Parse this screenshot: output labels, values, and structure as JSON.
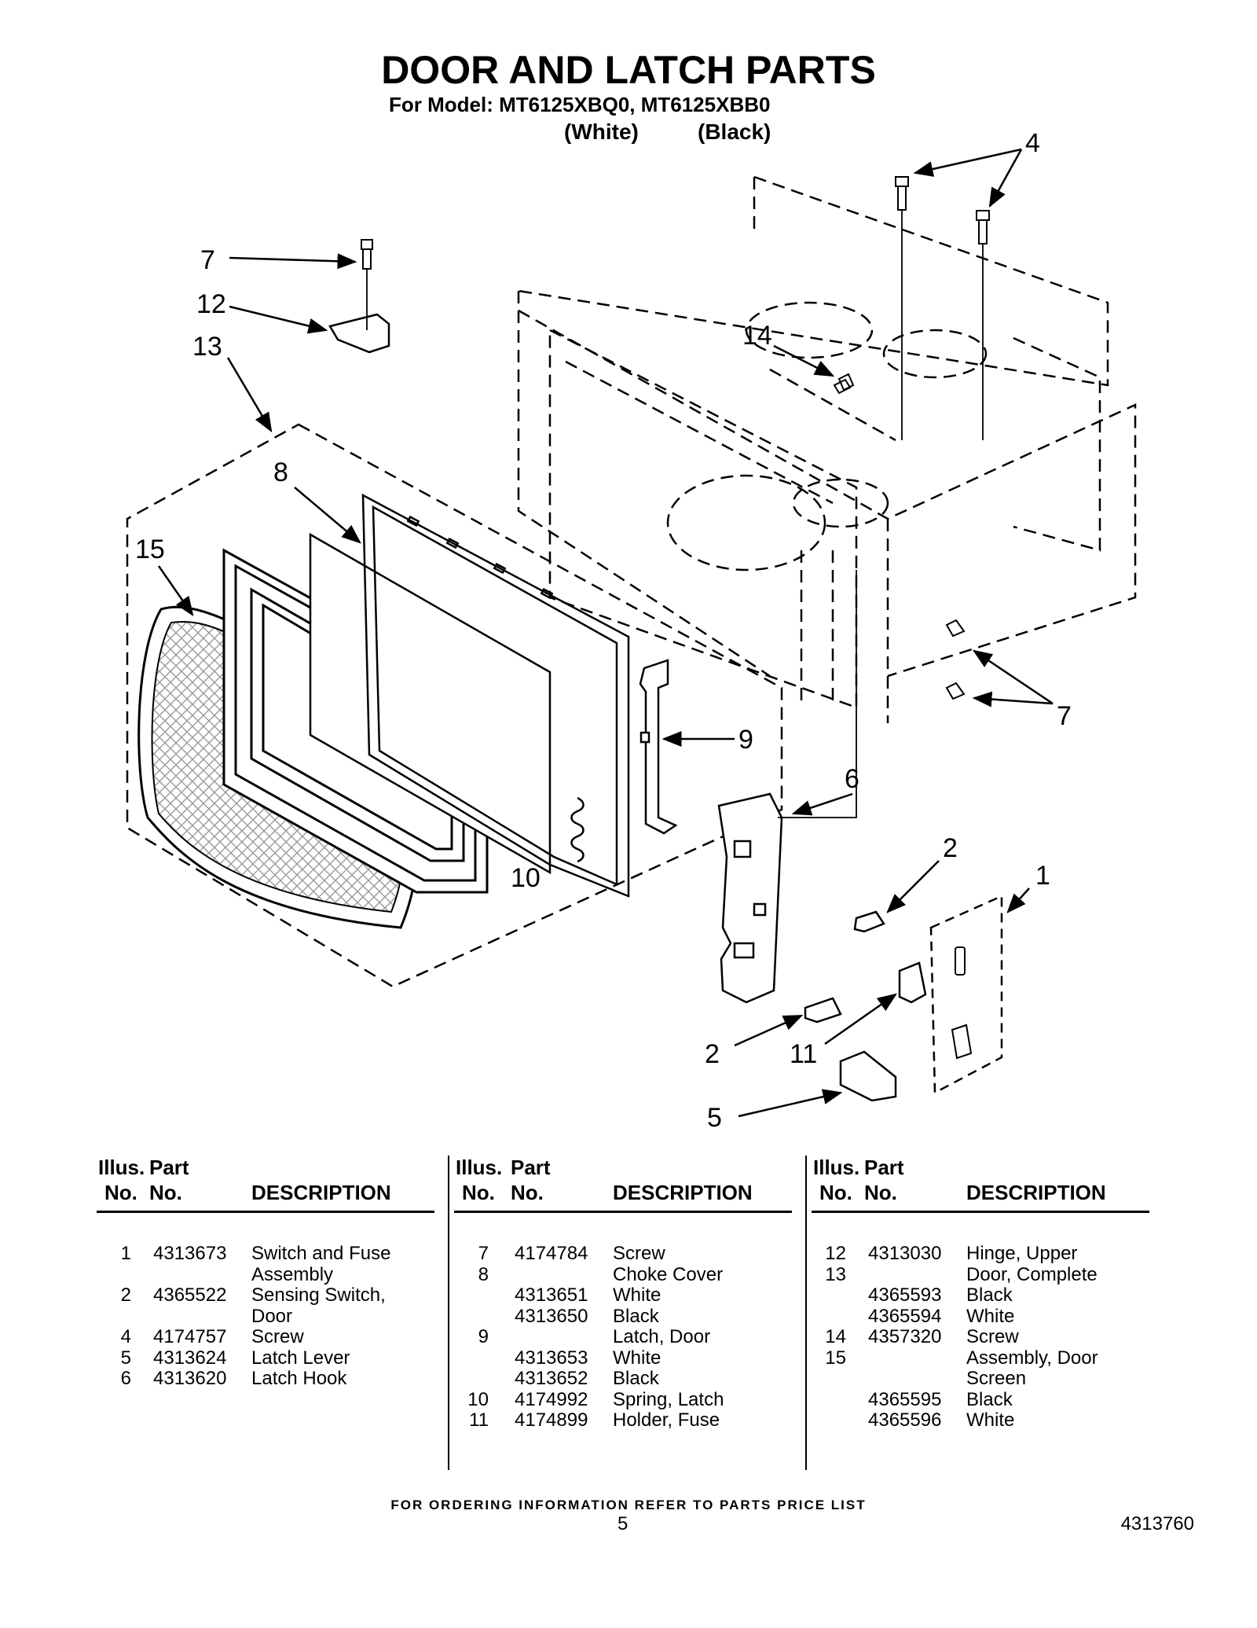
{
  "header": {
    "title": "DOOR AND LATCH PARTS",
    "model_line": "For Model: MT6125XBQ0, MT6125XBB0",
    "variant_white": "(White)",
    "variant_black": "(Black)"
  },
  "diagram": {
    "callouts": [
      "4",
      "7",
      "12",
      "13",
      "14",
      "8",
      "15",
      "7",
      "9",
      "6",
      "2",
      "1",
      "10",
      "2",
      "11",
      "5"
    ]
  },
  "table": {
    "headers": {
      "illus1": "Illus.",
      "illus2": "No.",
      "part1": "Part",
      "part2": "No.",
      "description": "DESCRIPTION"
    },
    "columns": [
      [
        {
          "illus": "1",
          "part": "4313673",
          "desc": "Switch and Fuse"
        },
        {
          "illus": "",
          "part": "",
          "desc": "Assembly"
        },
        {
          "illus": "2",
          "part": "4365522",
          "desc": "Sensing Switch,"
        },
        {
          "illus": "",
          "part": "",
          "desc": "Door"
        },
        {
          "illus": "4",
          "part": "4174757",
          "desc": "Screw"
        },
        {
          "illus": "5",
          "part": "4313624",
          "desc": "Latch Lever"
        },
        {
          "illus": "6",
          "part": "4313620",
          "desc": "Latch Hook"
        }
      ],
      [
        {
          "illus": "7",
          "part": "4174784",
          "desc": "Screw"
        },
        {
          "illus": "8",
          "part": "",
          "desc": "Choke Cover"
        },
        {
          "illus": "",
          "part": "4313651",
          "desc": "White"
        },
        {
          "illus": "",
          "part": "4313650",
          "desc": "Black"
        },
        {
          "illus": "9",
          "part": "",
          "desc": "Latch, Door"
        },
        {
          "illus": "",
          "part": "4313653",
          "desc": "White"
        },
        {
          "illus": "",
          "part": "4313652",
          "desc": "Black"
        },
        {
          "illus": "10",
          "part": "4174992",
          "desc": "Spring, Latch"
        },
        {
          "illus": "11",
          "part": "4174899",
          "desc": "Holder, Fuse"
        }
      ],
      [
        {
          "illus": "12",
          "part": "4313030",
          "desc": "Hinge, Upper"
        },
        {
          "illus": "13",
          "part": "",
          "desc": "Door, Complete"
        },
        {
          "illus": "",
          "part": "4365593",
          "desc": "Black"
        },
        {
          "illus": "",
          "part": "4365594",
          "desc": "White"
        },
        {
          "illus": "14",
          "part": "4357320",
          "desc": "Screw"
        },
        {
          "illus": "15",
          "part": "",
          "desc": "Assembly, Door"
        },
        {
          "illus": "",
          "part": "",
          "desc": "Screen"
        },
        {
          "illus": "",
          "part": "4365595",
          "desc": "Black"
        },
        {
          "illus": "",
          "part": "4365596",
          "desc": "White"
        }
      ]
    ]
  },
  "footer": {
    "ordering_note": "FOR ORDERING INFORMATION REFER TO PARTS PRICE LIST",
    "page_number": "5",
    "document_number": "4313760"
  }
}
